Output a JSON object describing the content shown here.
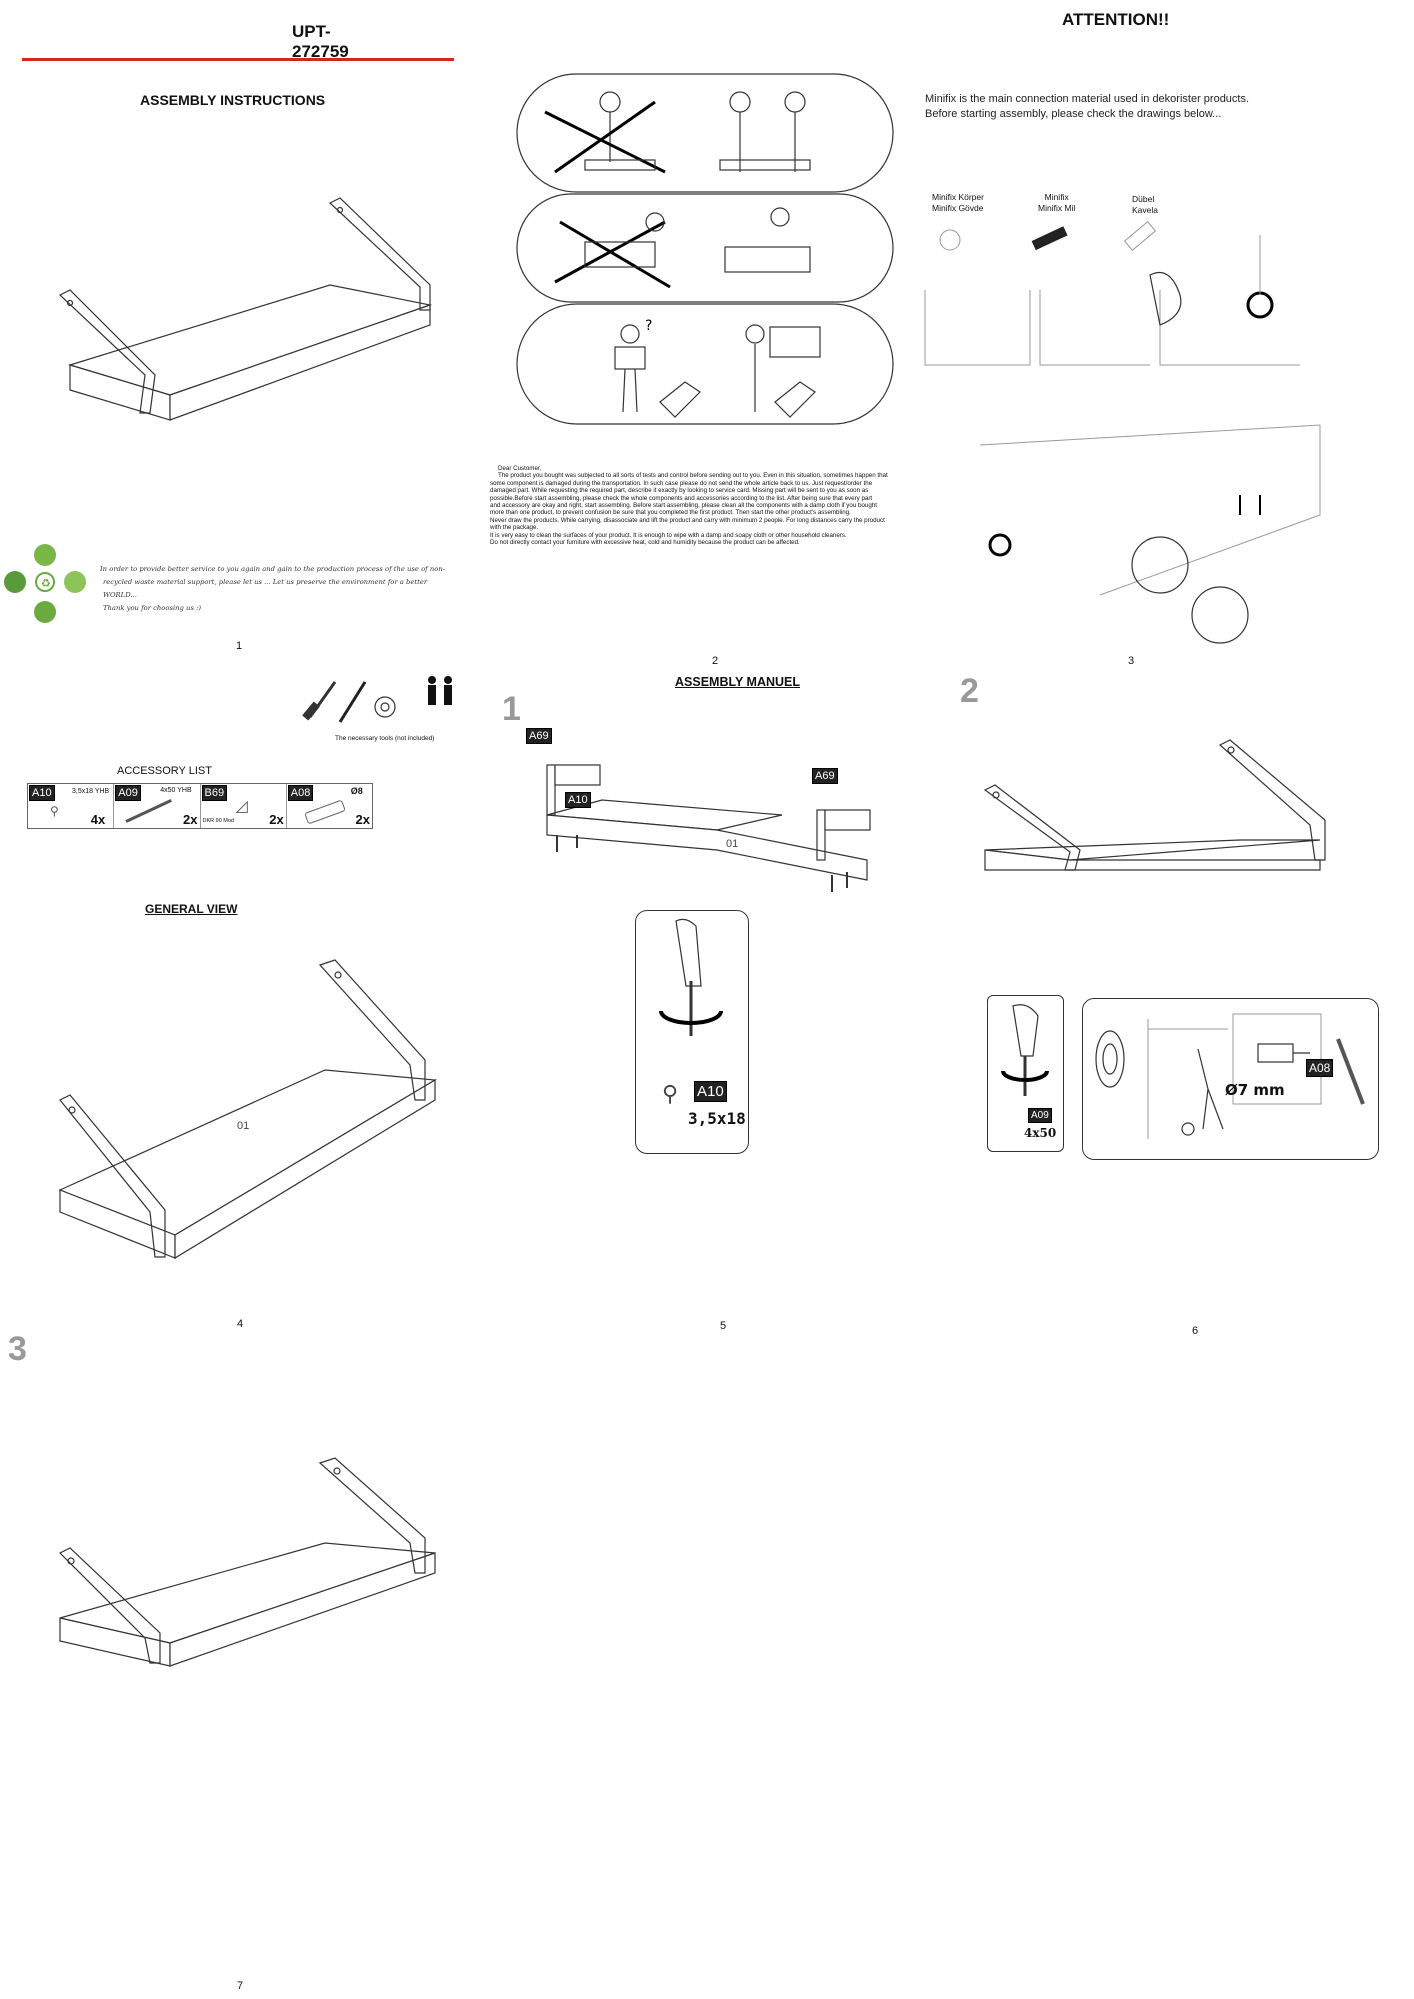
{
  "page1": {
    "product_code": "UPT-272759",
    "title": "ASSEMBLY INSTRUCTIONS",
    "eco_text_lines": [
      "In order to provide better service to you again and gain to the production process of the use of non-",
      "recycled waste material support, please let us ... Let us preserve the environment for a better WORLD...",
      "Thank you for choosing us :)"
    ],
    "page_number": "1",
    "accent_color": "#d9261c"
  },
  "page2": {
    "dear_customer_lines": [
      "Dear Customer,",
      "The product you bought was subjected to all sorts of tests and control before sending out to you. Even in this situation, sometimes happen that",
      "some component is damaged during the transportation. In such case please do not send the whole article back to us. Just request/order the",
      "damaged part. While requesting the required part, describe it exactly by looking to service card. Missing part will be sent to you as soon as",
      "possible.Before start assembling, please check the whole components and accessories according to the list. After being sure that every part",
      "and accessory are okay and right, start assembling. Before start assembling, please clean all the components with a damp cloth if you bought",
      "more than one product, to prevent confusion be sure that you completed the first product. Then start the other product's assembling.",
      "Never draw the products. While carrying, disassociate and lift the product and carry with minimum 2 people. For long distances carry the product",
      "with the package.",
      "It is very easy to clean the surfaces of your product. It is enough to wipe with a damp and soapy cloth or other household cleaners.",
      "Do not directly contact your furniture with excessive heat, cold and humidity because the product can be affected."
    ],
    "page_number": "2"
  },
  "page3": {
    "title": "ATTENTION!!",
    "intro_lines": [
      "Minifix is the main connection material used in dekorister products.",
      "Before starting assembly, please check the drawings below..."
    ],
    "part_labels": [
      {
        "line1": "Minifix Körper",
        "line2": "Minifix Gövde"
      },
      {
        "line1": "Minifix",
        "line2": "Minifix Mil"
      },
      {
        "line1": "Dübel",
        "line2": "Kavela"
      }
    ],
    "page_number": "3"
  },
  "page4": {
    "tools_caption": "The necessary tools (not included)",
    "accessory_title": "ACCESSORY LIST",
    "accessories": [
      {
        "code": "A10",
        "size": "3,5x18 YHB",
        "qty": "4x"
      },
      {
        "code": "A09",
        "size": "4x50 YHB",
        "qty": "2x"
      },
      {
        "code": "B69",
        "size": "DKR 90 Mod",
        "qty": "2x"
      },
      {
        "code": "A08",
        "size": "Ø8",
        "qty": "2x"
      }
    ],
    "general_view_title": "GENERAL VIEW",
    "part_label": "01",
    "page_number": "4"
  },
  "page5": {
    "title": "ASSEMBLY MANUEL",
    "step": "1",
    "labels": [
      "A69",
      "A69",
      "A10",
      "01"
    ],
    "screw_code": "A10",
    "screw_size": "3,5x18",
    "page_number": "5"
  },
  "page6": {
    "step": "2",
    "screw_code": "A09",
    "screw_size": "4x50",
    "drill_size": "Ø7 mm",
    "anchor_code": "A08",
    "page_number": "6"
  },
  "page7": {
    "step": "3",
    "page_number": "7"
  }
}
